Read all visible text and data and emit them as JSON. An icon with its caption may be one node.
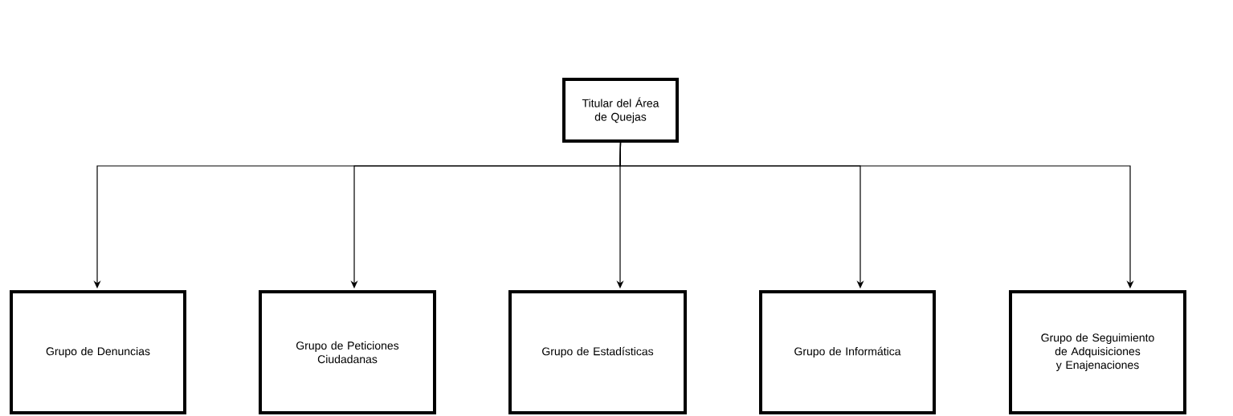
{
  "diagram": {
    "nodes": [
      {
        "text": [
          "Titular del Área de Quejas"
        ]
      },
      {
        "text": [
          "Grupo de Denuncias"
        ]
      },
      {
        "text": [
          "Grupo de Peticiones Ciudadanas"
        ]
      },
      {
        "text": [
          "Grupo de Estadísticas"
        ]
      },
      {
        "text": [
          "Grupo de Informática"
        ]
      },
      {
        "text": [
          "Grupo de Seguimiento de Adquisiciones y Enajenaciones"
        ]
      }
    ],
    "edges": [
      {
        "from": 0,
        "to": 1,
        "arrow": "to"
      },
      {
        "from": 0,
        "to": 2,
        "arrow": "to"
      },
      {
        "from": 0,
        "to": 3,
        "arrow": "to"
      },
      {
        "from": 0,
        "to": 4,
        "arrow": "to"
      },
      {
        "from": 0,
        "to": 5,
        "arrow": "to"
      }
    ]
  }
}
